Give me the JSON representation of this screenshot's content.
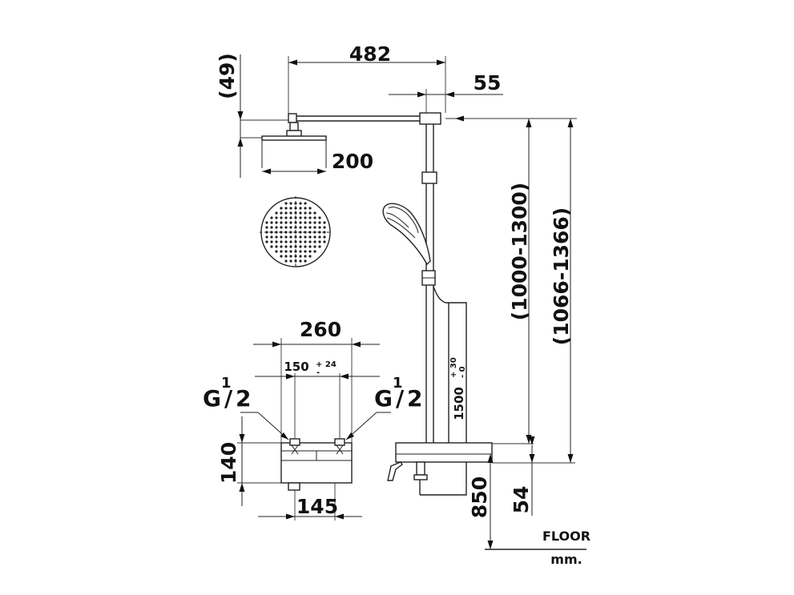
{
  "dimensions": {
    "arm_length": "482",
    "wall_offset": "55",
    "head_height": "(49)",
    "head_diameter": "200",
    "body_width": "260",
    "inlet_spacing": "150",
    "inlet_tolerance_plus": "+ 24",
    "inlet_tolerance_minus": "-",
    "body_height": "140",
    "body_depth": "145",
    "riser_length": "1500",
    "riser_tolerance_plus": "+ 30",
    "riser_tolerance_minus": "- 0",
    "height_range_inner": "(1000-1300)",
    "height_range_outer": "(1066-1366)",
    "mount_height": "850",
    "outlet_offset": "54"
  },
  "thread_labels": {
    "left": {
      "prefix": "G",
      "numerator": "1",
      "slash": "/",
      "denominator": "2"
    },
    "right": {
      "prefix": "G",
      "numerator": "1",
      "slash": "/",
      "denominator": "2"
    }
  },
  "labels": {
    "floor": "FLOOR",
    "units": "mm."
  },
  "colors": {
    "line": "#222222",
    "background": "#ffffff"
  }
}
